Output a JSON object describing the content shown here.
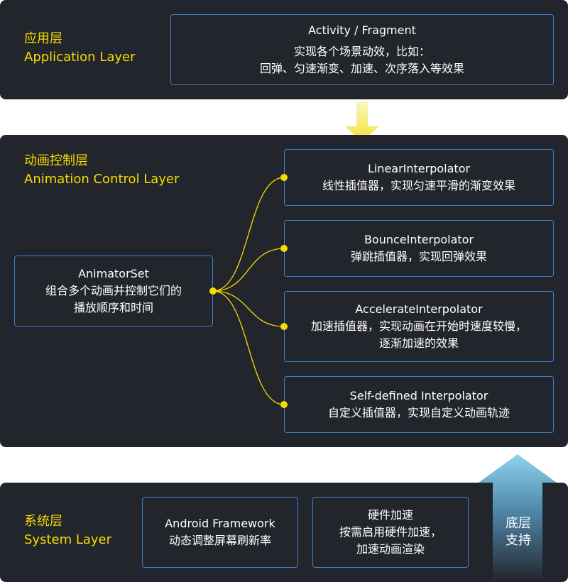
{
  "application_layer": {
    "title_cn": "应用层",
    "title_en": "Application Layer",
    "box": {
      "heading": "Activity / Fragment",
      "line1": "实现各个场景动效，比如：",
      "line2": "回弹、匀速渐变、加速、次序落入等效果"
    }
  },
  "animation_control_layer": {
    "title_cn": "动画控制层",
    "title_en": "Animation Control Layer",
    "animator_set": {
      "heading": "AnimatorSet",
      "line1": "组合多个动画并控制它们的",
      "line2": "播放顺序和时间"
    },
    "interpolators": [
      {
        "name": "LinearInterpolator",
        "desc": "线性插值器，实现匀速平滑的渐变效果"
      },
      {
        "name": "BounceInterpolator",
        "desc": "弹跳插值器，实现回弹效果"
      },
      {
        "name": "AccelerateInterpolator",
        "desc": "加速插值器，实现动画在开始时速度较慢，",
        "desc2": "逐渐加速的效果"
      },
      {
        "name": "Self-defined Interpolator",
        "desc": "自定义插值器，实现自定义动画轨迹"
      }
    ]
  },
  "system_layer": {
    "title_cn": "系统层",
    "title_en": "System Layer",
    "framework_box": {
      "heading": "Android Framework",
      "desc": "动态调整屏幕刷新率"
    },
    "hardware_box": {
      "heading": "硬件加速",
      "line1": "按需启用硬件加速，",
      "line2": "加速动画渲染"
    },
    "support_label": {
      "line1": "底层",
      "line2": "支持"
    }
  },
  "colors": {
    "panel": "#23252c",
    "accent_yellow": "#f6dc00",
    "box_border": "#3d7fd0",
    "arrow_down": "#f8ee7a",
    "arrow_up": "#8fd3ee"
  }
}
